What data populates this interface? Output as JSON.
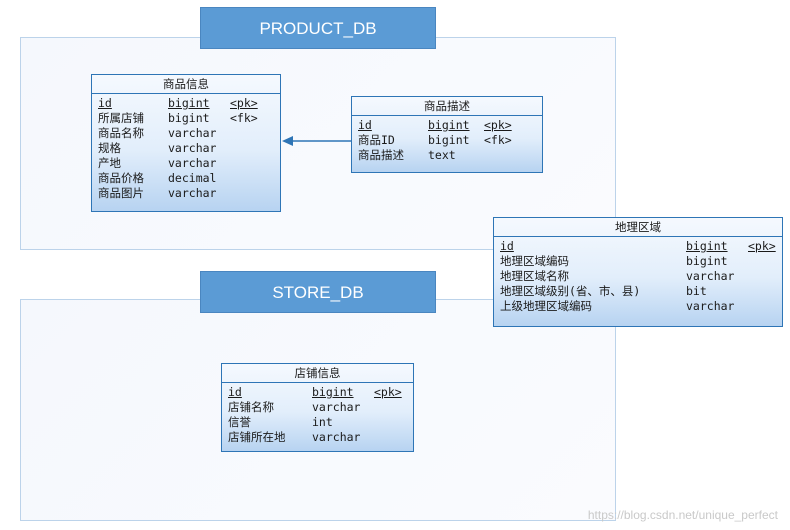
{
  "databases": {
    "product": {
      "label": "PRODUCT_DB"
    },
    "store": {
      "label": "STORE_DB"
    }
  },
  "entities": {
    "product_info": {
      "title": "商品信息",
      "rows": [
        {
          "name": "id",
          "type": "bigint",
          "key": "<pk>"
        },
        {
          "name": "所属店铺",
          "type": "bigint",
          "key": "<fk>"
        },
        {
          "name": "商品名称",
          "type": "varchar",
          "key": ""
        },
        {
          "name": "规格",
          "type": "varchar",
          "key": ""
        },
        {
          "name": "产地",
          "type": "varchar",
          "key": ""
        },
        {
          "name": "商品价格",
          "type": "decimal",
          "key": ""
        },
        {
          "name": "商品图片",
          "type": "varchar",
          "key": ""
        }
      ]
    },
    "product_desc": {
      "title": "商品描述",
      "rows": [
        {
          "name": "id",
          "type": "bigint",
          "key": "<pk>"
        },
        {
          "name": "商品ID",
          "type": "bigint",
          "key": "<fk>"
        },
        {
          "name": "商品描述",
          "type": "text",
          "key": ""
        }
      ]
    },
    "region": {
      "title": "地理区域",
      "rows": [
        {
          "name": "id",
          "type": "bigint",
          "key": "<pk>"
        },
        {
          "name": "地理区域编码",
          "type": "bigint",
          "key": ""
        },
        {
          "name": "地理区域名称",
          "type": "varchar",
          "key": ""
        },
        {
          "name": "地理区域级别(省、市、县)",
          "type": "bit",
          "key": ""
        },
        {
          "name": "上级地理区域编码",
          "type": "varchar",
          "key": ""
        }
      ]
    },
    "store_info": {
      "title": "店铺信息",
      "rows": [
        {
          "name": "id",
          "type": "bigint",
          "key": "<pk>"
        },
        {
          "name": "店铺名称",
          "type": "varchar",
          "key": ""
        },
        {
          "name": "信誉",
          "type": "int",
          "key": ""
        },
        {
          "name": "店铺所在地",
          "type": "varchar",
          "key": ""
        }
      ]
    }
  },
  "watermark": "https://blog.csdn.net/unique_perfect",
  "colors": {
    "header_fill": "#5b9bd5",
    "entity_border": "#2e75b6",
    "connector": "#2e75b6"
  }
}
